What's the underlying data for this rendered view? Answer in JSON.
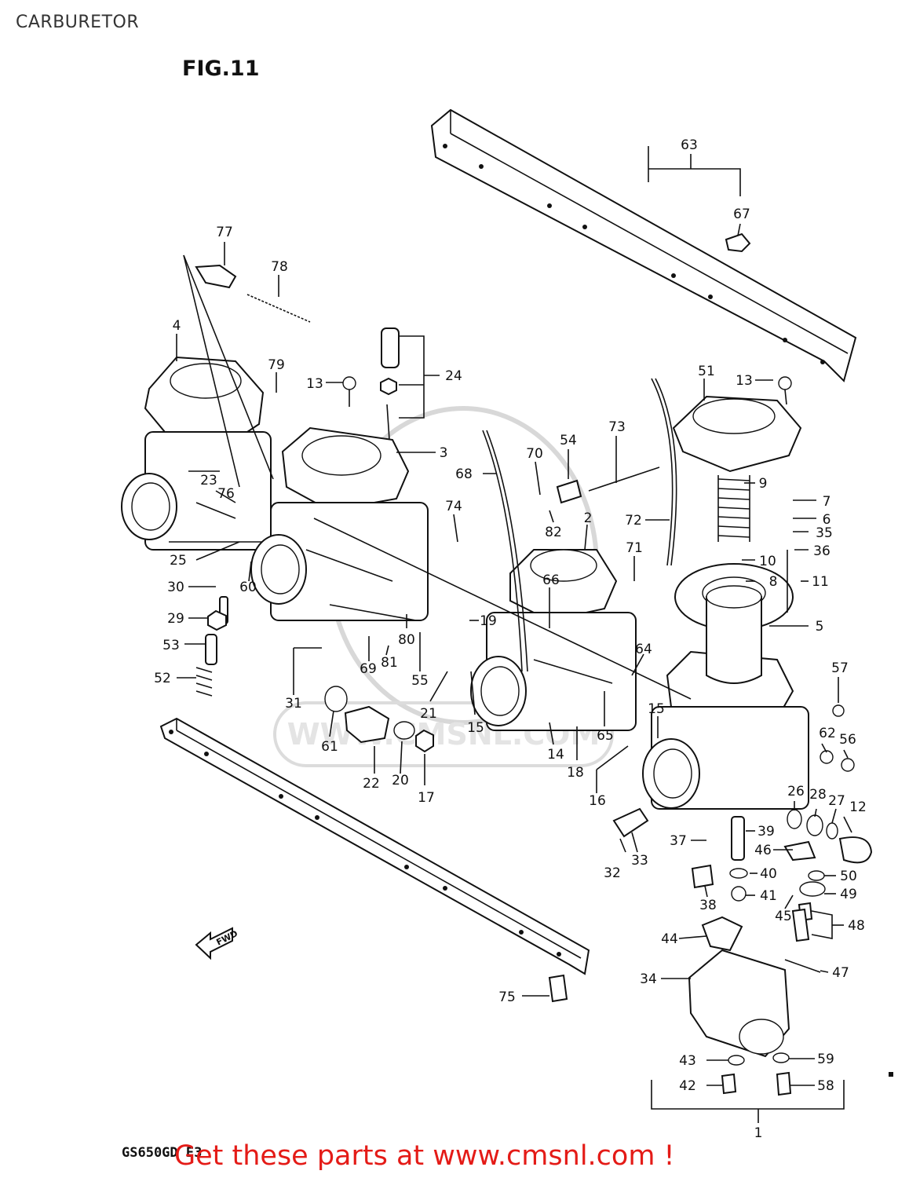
{
  "header": {
    "title": "CARBURETOR",
    "figure": "FIG.11"
  },
  "footer": {
    "model_code": "GS650GD E3",
    "link_text": "Get these parts at www.cmsnl.com !"
  },
  "watermark": {
    "text": "WWW.CMSNL.COM"
  },
  "colors": {
    "link": "#e41b17",
    "line": "#111111",
    "watermark": "#d8d8d8"
  },
  "fwd_label": "FWD",
  "parts": {
    "p1": "1",
    "p2": "2",
    "p3": "3",
    "p4": "4",
    "p5": "5",
    "p6": "6",
    "p7": "7",
    "p8": "8",
    "p9": "9",
    "p10": "10",
    "p11": "11",
    "p12": "12",
    "p13a": "13",
    "p13b": "13",
    "p14": "14",
    "p15a": "15",
    "p15b": "15",
    "p16": "16",
    "p17": "17",
    "p18": "18",
    "p19": "19",
    "p20": "20",
    "p21": "21",
    "p22": "22",
    "p23": "23",
    "p24": "24",
    "p25": "25",
    "p26": "26",
    "p27": "27",
    "p28": "28",
    "p29": "29",
    "p30": "30",
    "p31": "31",
    "p32": "32",
    "p33": "33",
    "p34": "34",
    "p35": "35",
    "p36": "36",
    "p37": "37",
    "p38": "38",
    "p39": "39",
    "p40": "40",
    "p41": "41",
    "p42": "42",
    "p43": "43",
    "p44": "44",
    "p45": "45",
    "p46": "46",
    "p47": "47",
    "p48": "48",
    "p49": "49",
    "p50": "50",
    "p51": "51",
    "p52": "52",
    "p53": "53",
    "p54": "54",
    "p55": "55",
    "p56": "56",
    "p57": "57",
    "p58": "58",
    "p59": "59",
    "p60": "60",
    "p61": "61",
    "p62": "62",
    "p63": "63",
    "p64": "64",
    "p65": "65",
    "p66": "66",
    "p67": "67",
    "p68": "68",
    "p69": "69",
    "p70": "70",
    "p71": "71",
    "p72": "72",
    "p73": "73",
    "p74": "74",
    "p75": "75",
    "p76": "76",
    "p77": "77",
    "p78": "78",
    "p79": "79",
    "p80": "80",
    "p81": "81",
    "p82": "82"
  }
}
